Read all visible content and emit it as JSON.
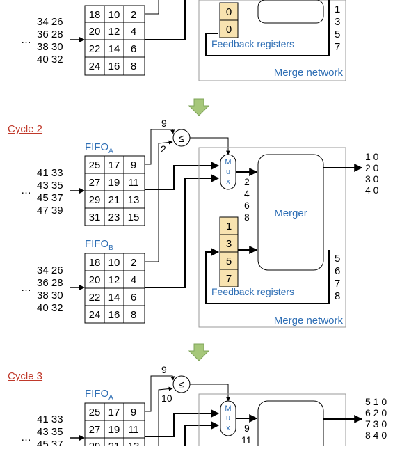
{
  "cycle_labels": [
    "Cycle 2",
    "Cycle 3"
  ],
  "fifo_a_label": {
    "base": "FIFO",
    "sub": "A"
  },
  "fifo_b_label": {
    "base": "FIFO",
    "sub": "B"
  },
  "fifo_a": {
    "grid": [
      [
        "25",
        "17",
        "9"
      ],
      [
        "27",
        "19",
        "11"
      ],
      [
        "29",
        "21",
        "13"
      ],
      [
        "31",
        "23",
        "15"
      ]
    ],
    "input_stream": [
      "41 33",
      "43 35",
      "45 37",
      "47 39"
    ]
  },
  "fifo_b": {
    "grid": [
      [
        "18",
        "10",
        "2"
      ],
      [
        "20",
        "12",
        "4"
      ],
      [
        "22",
        "14",
        "6"
      ],
      [
        "24",
        "16",
        "8"
      ]
    ],
    "input_stream": [
      "34 26",
      "36 28",
      "38 30",
      "40 32"
    ]
  },
  "ellipsis": "…",
  "mux_label": "Mux",
  "merger_label": "Merger",
  "feedback_label": "Feedback registers",
  "merge_network_label": "Merge network",
  "comparator_symbol": "≤",
  "top_partial": {
    "feedback_values": [
      "0",
      "0"
    ],
    "merger_right_stream": [
      "1",
      "3",
      "5",
      "7"
    ]
  },
  "cycle2": {
    "cmp_in_a": "9",
    "cmp_in_b": "2",
    "mux_out_stream": [
      "2",
      "4",
      "6",
      "8"
    ],
    "feedback_values": [
      "1",
      "3",
      "5",
      "7"
    ],
    "merger_right_stream": [
      "5",
      "6",
      "7",
      "8"
    ],
    "output_rows": [
      "1 0",
      "2 0",
      "3 0",
      "4 0"
    ]
  },
  "cycle3": {
    "cmp_in_a": "9",
    "cmp_in_b": "10",
    "mux_out_stream": [
      "9",
      "11"
    ],
    "output_rows": [
      "5 1 0",
      "6 2 0",
      "7 3 0",
      "8 4 0"
    ]
  },
  "colors": {
    "label_blue": "#2f6fb5",
    "cycle_red": "#c0392b",
    "register_fill": "#f8e3b0",
    "arrow_green": "#a6c77a",
    "box_border": "#999999"
  }
}
